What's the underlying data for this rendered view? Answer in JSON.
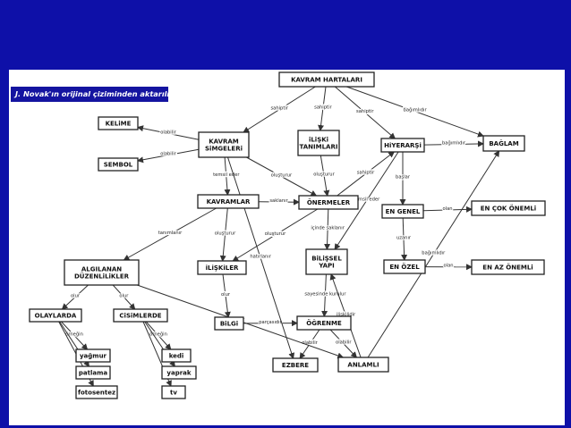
{
  "caption": "J. Novak'ın orijinal çiziminden aktarılı",
  "colors": {
    "background": "#0e10a8",
    "panel": "#ffffff",
    "caption_bg": "#1414a0"
  },
  "nodes": [
    {
      "id": "kavram_haritalari",
      "label": "KAVRAM HARTALARI"
    },
    {
      "id": "kelime",
      "label": "KELiME"
    },
    {
      "id": "sembol",
      "label": "SEMBOL"
    },
    {
      "id": "kavram_simgeleri",
      "label": "KAVRAM\nSiMGELERi"
    },
    {
      "id": "iliski_tanimlari",
      "label": "iLiŞKi\nTANIMLARI"
    },
    {
      "id": "hiyerarsi",
      "label": "HiYERARŞi"
    },
    {
      "id": "baglam",
      "label": "BAĞLAM"
    },
    {
      "id": "kavramlar",
      "label": "KAVRAMLAR"
    },
    {
      "id": "onermeler",
      "label": "ÖNERMELER"
    },
    {
      "id": "en_genel",
      "label": "EN GENEL"
    },
    {
      "id": "en_cok_onemli",
      "label": "EN ÇOK ÖNEMLi"
    },
    {
      "id": "algilanan",
      "label": "ALGILANAN\nDÜZENLiLiKLER"
    },
    {
      "id": "iliskiler",
      "label": "iLiŞKiLER"
    },
    {
      "id": "bilissel_yapi",
      "label": "BiLiŞSEL\nYAPI"
    },
    {
      "id": "en_ozel",
      "label": "EN ÖZEL"
    },
    {
      "id": "en_az_onemli",
      "label": "EN AZ ÖNEMLi"
    },
    {
      "id": "olaylarda",
      "label": "OLAYLARDA"
    },
    {
      "id": "cisimlerde",
      "label": "CiSiMLERDE"
    },
    {
      "id": "bilgi",
      "label": "BiLGi"
    },
    {
      "id": "ogrenme",
      "label": "ÖĞRENME"
    },
    {
      "id": "yagmur",
      "label": "yağmur"
    },
    {
      "id": "parlama",
      "label": "patlama"
    },
    {
      "id": "fotosentez",
      "label": "fotosentez"
    },
    {
      "id": "kedi",
      "label": "kedi"
    },
    {
      "id": "yaprak",
      "label": "yaprak"
    },
    {
      "id": "tv",
      "label": "tv"
    },
    {
      "id": "ezbere",
      "label": "EZBERE"
    },
    {
      "id": "anlamli",
      "label": "ANLAMLI"
    }
  ],
  "edges": [
    {
      "from": "kavram_haritalari",
      "to": "kavram_simgeleri",
      "label": "sahiptir"
    },
    {
      "from": "kavram_haritalari",
      "to": "iliski_tanimlari",
      "label": "sahiptir"
    },
    {
      "from": "kavram_haritalari",
      "to": "hiyerarsi",
      "label": "sahiptir"
    },
    {
      "from": "kavram_haritalari",
      "to": "baglam",
      "label": "bağımlıdır"
    },
    {
      "from": "kavram_simgeleri",
      "to": "kelime",
      "label": "olabilir"
    },
    {
      "from": "kavram_simgeleri",
      "to": "sembol",
      "label": "olabilir"
    },
    {
      "from": "kavram_simgeleri",
      "to": "kavramlar",
      "label": "temsil eder"
    },
    {
      "from": "kavram_simgeleri",
      "to": "onermeler",
      "label": "oluşturur"
    },
    {
      "from": "iliski_tanimlari",
      "to": "onermeler",
      "label": "oluşturur"
    },
    {
      "from": "hiyerarsi",
      "to": "baglam",
      "label": "bağımlıdır"
    },
    {
      "from": "hiyerarsi",
      "to": "en_genel",
      "label": "başlar"
    },
    {
      "from": "onermeler",
      "to": "hiyerarsi",
      "label": "sahiptir"
    },
    {
      "from": "hiyerarsi",
      "to": "bilissel_yapi",
      "label": "temsil eder"
    },
    {
      "from": "en_genel",
      "to": "en_cok_onemli",
      "label": "olan"
    },
    {
      "from": "en_genel",
      "to": "en_ozel",
      "label": "uzanır"
    },
    {
      "from": "en_ozel",
      "to": "en_az_onemli",
      "label": "olan"
    },
    {
      "from": "kavramlar",
      "to": "onermeler",
      "label": "saklanır"
    },
    {
      "from": "kavramlar",
      "to": "iliskiler",
      "label": "oluşturur"
    },
    {
      "from": "kavramlar",
      "to": "algilanan",
      "label": "tanımlanır"
    },
    {
      "from": "onermeler",
      "to": "iliskiler",
      "label": "oluşturur"
    },
    {
      "from": "onermeler",
      "to": "bilissel_yapi",
      "label": "içinde saklanır"
    },
    {
      "from": "algilanan",
      "to": "olaylarda",
      "label": "olur"
    },
    {
      "from": "algilanan",
      "to": "cisimlerde",
      "label": "olur"
    },
    {
      "from": "iliskiler",
      "to": "bilgi",
      "label": "olur"
    },
    {
      "from": "bilgi",
      "to": "ogrenme",
      "label": "parçasıdır"
    },
    {
      "from": "bilissel_yapi",
      "to": "ogrenme",
      "label": "sayesinde kurulur"
    },
    {
      "from": "ogrenme",
      "to": "ezbere",
      "label": "olabilir"
    },
    {
      "from": "ogrenme",
      "to": "anlamli",
      "label": "olabilir"
    },
    {
      "from": "anlamli",
      "to": "bilissel_yapi",
      "label": "ilişkilidir"
    },
    {
      "from": "kavram_simgeleri",
      "to": "ezbere",
      "label": "hatırlanır"
    },
    {
      "from": "olaylarda",
      "to": "yagmur",
      "label": "örneğin"
    },
    {
      "from": "olaylarda",
      "to": "parlama",
      "label": ""
    },
    {
      "from": "olaylarda",
      "to": "fotosentez",
      "label": ""
    },
    {
      "from": "cisimlerde",
      "to": "kedi",
      "label": "örneğin"
    },
    {
      "from": "cisimlerde",
      "to": "yaprak",
      "label": ""
    },
    {
      "from": "cisimlerde",
      "to": "tv",
      "label": ""
    },
    {
      "from": "algilanan",
      "to": "anlamli",
      "label": "olur"
    },
    {
      "from": "anlamli",
      "to": "baglam",
      "label": "bağımlıdır"
    }
  ]
}
